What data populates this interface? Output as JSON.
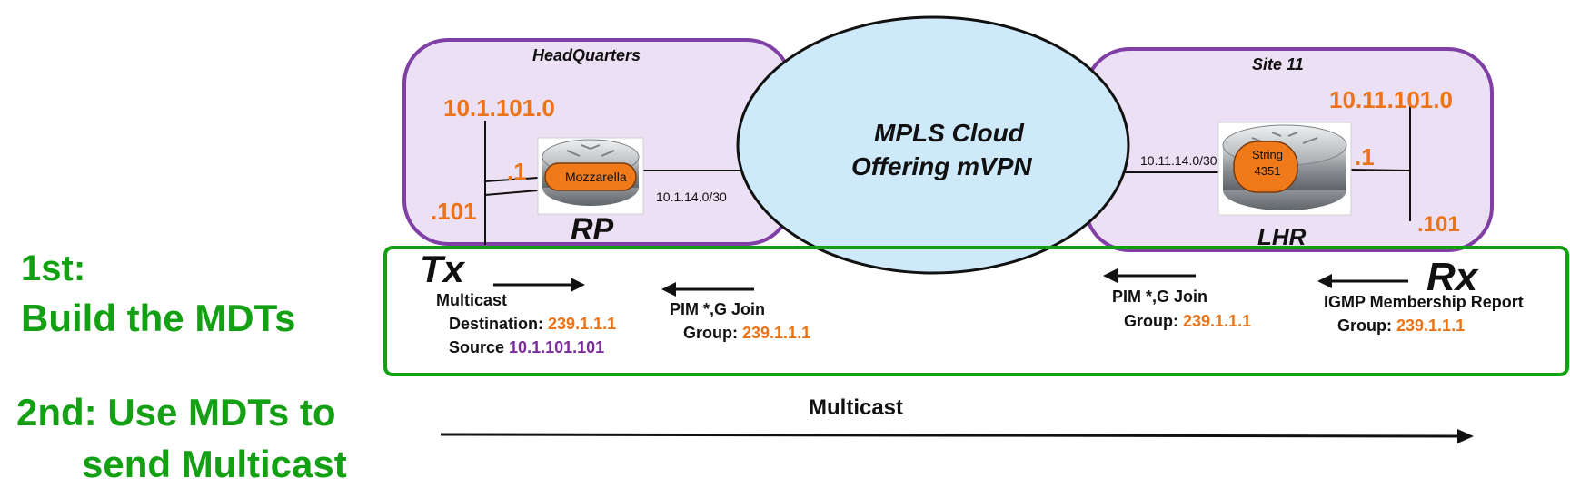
{
  "steps": {
    "first_line1": "1st:",
    "first_line2": "Build the MDTs",
    "second_line1": "2nd: Use MDTs to",
    "second_line2": "send Multicast"
  },
  "cloud": {
    "line1": "MPLS Cloud",
    "line2": "Offering mVPN"
  },
  "headquarters": {
    "title": "HeadQuarters",
    "network": "10.1.101.0",
    "router_if": ".1",
    "host": ".101",
    "router_name": "Mozzarella",
    "role": "RP",
    "wan_subnet": "10.1.14.0/30"
  },
  "site11": {
    "title": "Site 11",
    "network": "10.11.101.0",
    "router_if": ".1",
    "host": ".101",
    "router_name_line1": "String",
    "router_name_line2": "4351",
    "role": "LHR",
    "wan_subnet": "10.11.14.0/30"
  },
  "tx": {
    "label": "Tx",
    "multicast": "Multicast",
    "destination_label": "Destination:",
    "destination_value": "239.1.1.1",
    "source_label": "Source",
    "source_value": "10.1.101.101"
  },
  "pim_left": {
    "title": "PIM *,G Join",
    "group_label": "Group:",
    "group_value": "239.1.1.1"
  },
  "pim_right": {
    "title": "PIM *,G Join",
    "group_label": "Group:",
    "group_value": "239.1.1.1"
  },
  "rx": {
    "label": "Rx",
    "title": "IGMP Membership Report",
    "group_label": "Group:",
    "group_value": "239.1.1.1"
  },
  "multicast_flow": {
    "label": "Multicast"
  },
  "colors": {
    "green": "#13a013",
    "orange": "#ec7318",
    "purple": "#7b2d9c",
    "site_fill": "#ece0f4",
    "site_border": "#7f3fa4",
    "cloud_fill": "#cde9fa",
    "router_orange": "#f07a1a"
  },
  "icons": [
    "router-icon",
    "arrow-right-icon",
    "arrow-left-icon"
  ]
}
